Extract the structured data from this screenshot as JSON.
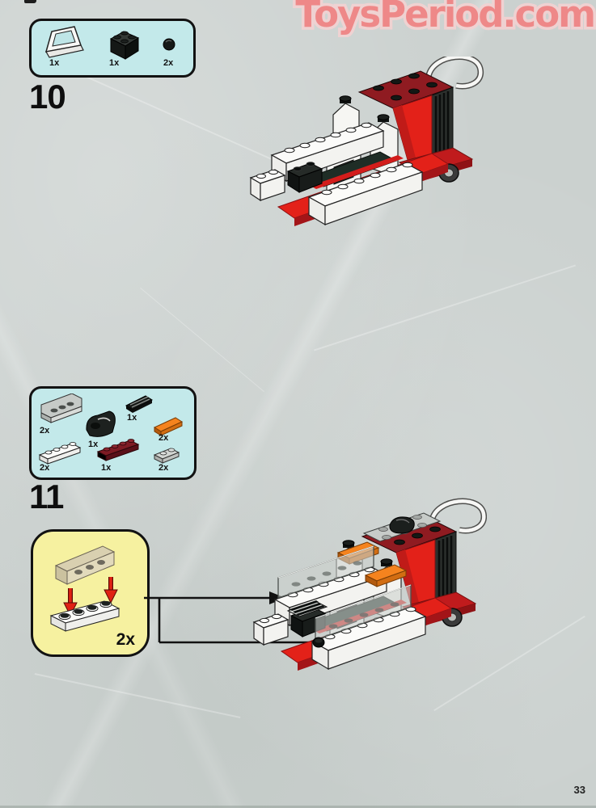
{
  "page": {
    "watermark": "ToysPeriod.com",
    "number": "33"
  },
  "colors": {
    "background": "#cbd1cf",
    "watermark_pink": "#ee8888",
    "parts_box_fill": "#c3e9ea",
    "callout_fill": "#f6f1a0",
    "lego_red": "#e32119",
    "lego_dark_red": "#8f1b21",
    "lego_orange": "#f5831e",
    "lego_black": "#161917",
    "lego_white": "#fbfbf9",
    "lego_gray": "#c7cbc8",
    "arrow_red": "#e02113"
  },
  "steps": [
    {
      "number": "10",
      "parts": [
        {
          "qty": "1x",
          "name": "white windscreen 1x2x2"
        },
        {
          "qty": "1x",
          "name": "black brick 2x2"
        },
        {
          "qty": "2x",
          "name": "black round plate 1x1"
        }
      ]
    },
    {
      "number": "11",
      "parts": [
        {
          "qty": "2x",
          "name": "light gray panel 1x4"
        },
        {
          "qty": "1x",
          "name": "black curved slope 2x2"
        },
        {
          "qty": "1x",
          "name": "black grille 1x2"
        },
        {
          "qty": "2x",
          "name": "orange tile 1x2"
        },
        {
          "qty": "2x",
          "name": "white plate 1x4"
        },
        {
          "qty": "1x",
          "name": "dark red plate 1x4"
        },
        {
          "qty": "2x",
          "name": "light gray plate 1x2"
        }
      ],
      "callout": {
        "qty": "2x"
      }
    }
  ]
}
